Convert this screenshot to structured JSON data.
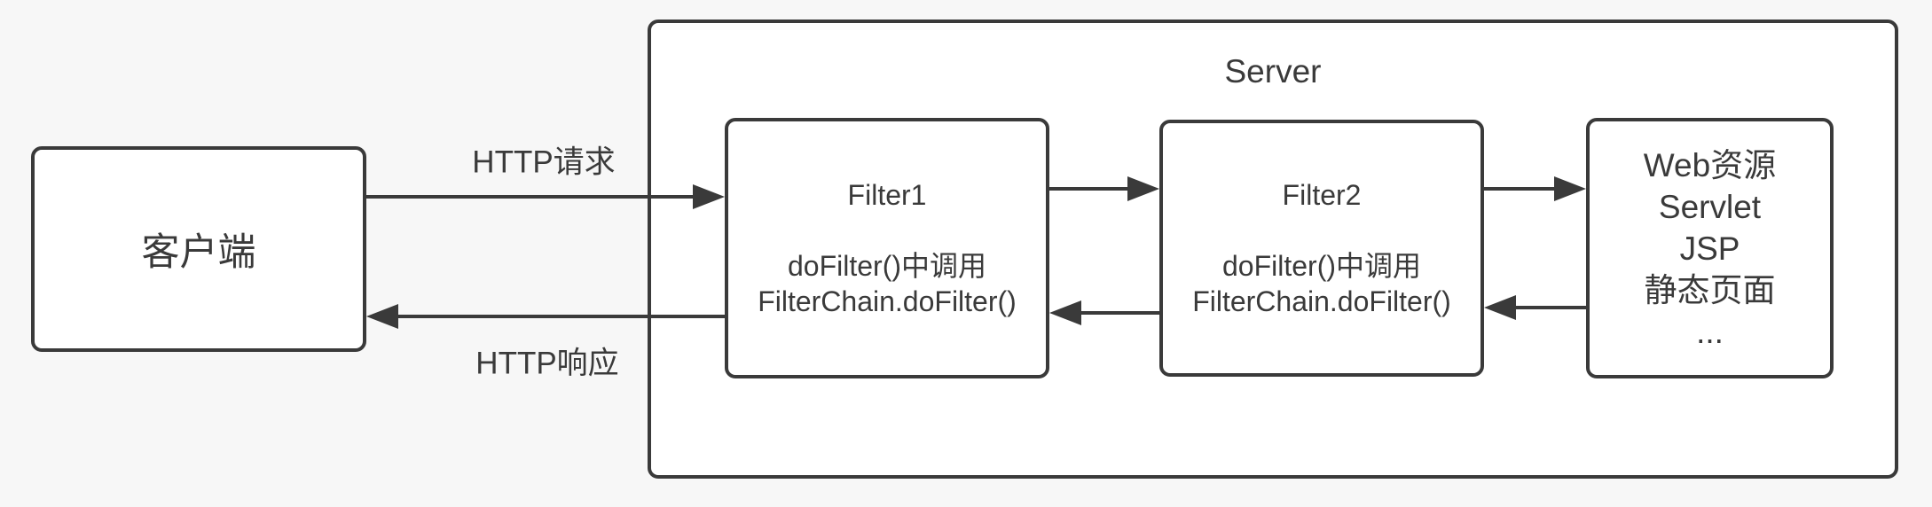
{
  "colors": {
    "background": "#f7f7f7",
    "stroke": "#3a3a3a",
    "box_fill": "#ffffff"
  },
  "client": {
    "label": "客户端"
  },
  "server": {
    "title": "Server"
  },
  "filters": [
    {
      "title": "Filter1",
      "body_line1": "doFilter()中调用",
      "body_line2": "FilterChain.doFilter()"
    },
    {
      "title": "Filter2",
      "body_line1": "doFilter()中调用",
      "body_line2": "FilterChain.doFilter()"
    }
  ],
  "web_resources": {
    "lines": [
      "Web资源",
      "Servlet",
      "JSP",
      "静态页面",
      "..."
    ]
  },
  "edges": {
    "request_label": "HTTP请求",
    "response_label": "HTTP响应"
  }
}
